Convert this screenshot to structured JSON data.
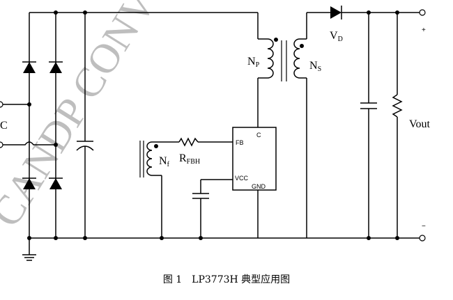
{
  "labels": {
    "np": {
      "main": "N",
      "sub": "P"
    },
    "ns": {
      "main": "N",
      "sub": "S"
    },
    "vd": {
      "main": "V",
      "sub": "D"
    },
    "nf": {
      "main": "N",
      "sub": "f"
    },
    "rfbh": {
      "main": "R",
      "sub": "FBH"
    },
    "vout": "Vout",
    "plus": "+",
    "minus": "−",
    "ac_partial": "C",
    "pin_fb": "FB",
    "pin_c": "C",
    "pin_vcc": "VCC",
    "pin_gnd": "GND"
  },
  "watermark": "CANDP CONV",
  "caption": "图 1　LP3773H 典型应用图"
}
